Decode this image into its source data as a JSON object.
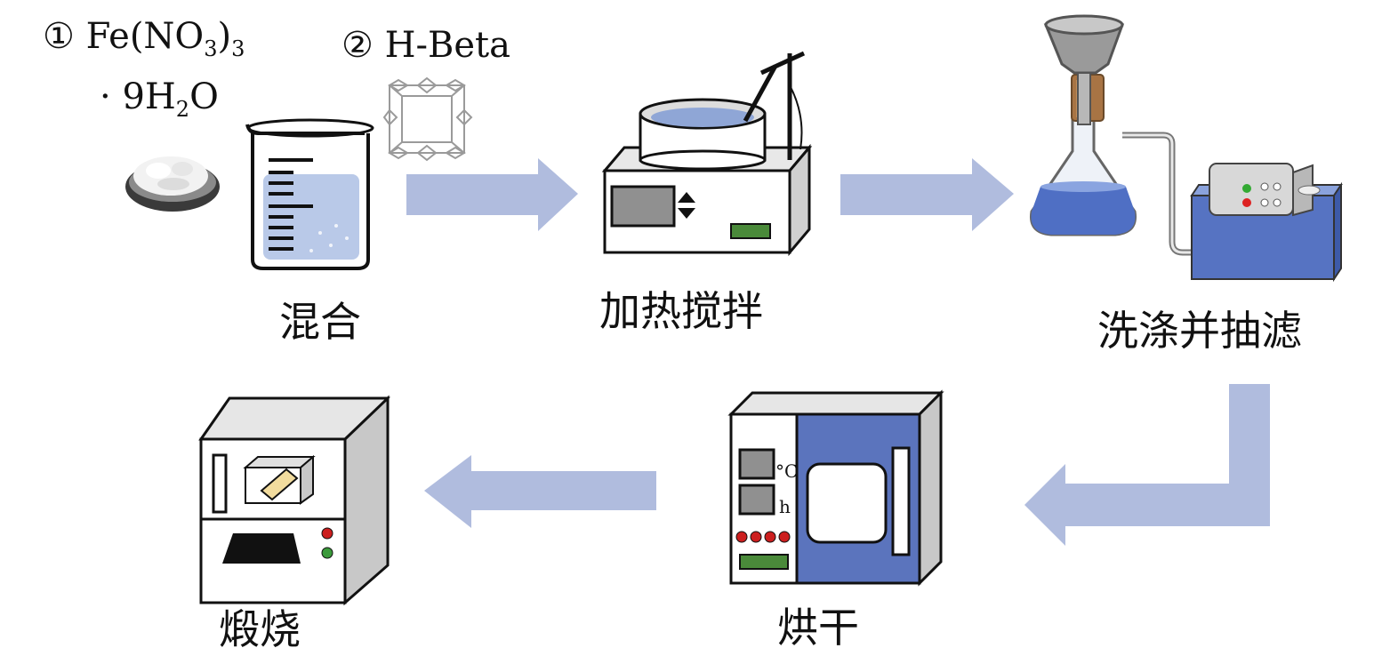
{
  "reagents": {
    "item1": {
      "marker": "①",
      "formula_main": "Fe(NO",
      "formula_sub": "3",
      "formula_close": ")",
      "formula_close_sub": "3"
    },
    "item1_line2": {
      "dot": "·",
      "prefix": "9H",
      "sub": "2",
      "suffix": "O"
    },
    "item2": {
      "marker": "②",
      "name": "H-Beta"
    }
  },
  "steps": {
    "mix": "混合",
    "heat_stir": "加热搅拌",
    "wash_filter": "洗涤并抽滤",
    "dry": "烘干",
    "calcine": "煅烧"
  },
  "oven_units": {
    "temp": "°C",
    "time": "h"
  },
  "colors": {
    "arrow": "#b0bcde",
    "liquid_light": "#b9c9e8",
    "liquid_dark": "#4f6fc4",
    "oven_door": "#5b74bd",
    "pump_body": "#5673c2",
    "display_gray": "#909090",
    "green_indicator": "#4a8a3a"
  }
}
